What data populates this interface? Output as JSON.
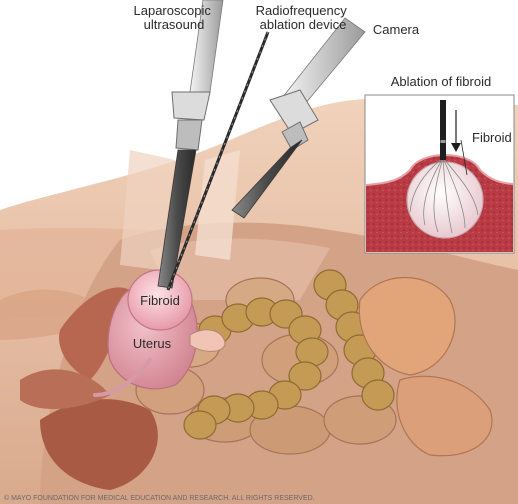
{
  "labels": {
    "laparoscopic_ultrasound_line1": "Laparoscopic",
    "laparoscopic_ultrasound_line2": "ultrasound",
    "rf_device_line1": "Radiofrequency",
    "rf_device_line2": "ablation device",
    "camera": "Camera",
    "fibroid": "Fibroid",
    "uterus": "Uterus",
    "inset_title": "Ablation of fibroid",
    "inset_fibroid": "Fibroid"
  },
  "copyright": "© MAYO FOUNDATION FOR MEDICAL EDUCATION AND RESEARCH. ALL RIGHTS RESERVED.",
  "colors": {
    "skin": "#e9c3a6",
    "skin_shadow": "#c9957a",
    "fibroid": "#f1b9c3",
    "uterus": "#e49aa6",
    "intestine": "#c99f73",
    "colon": "#c49a52",
    "tissue": "#c0454c",
    "instrument": "#d9d9d9"
  }
}
